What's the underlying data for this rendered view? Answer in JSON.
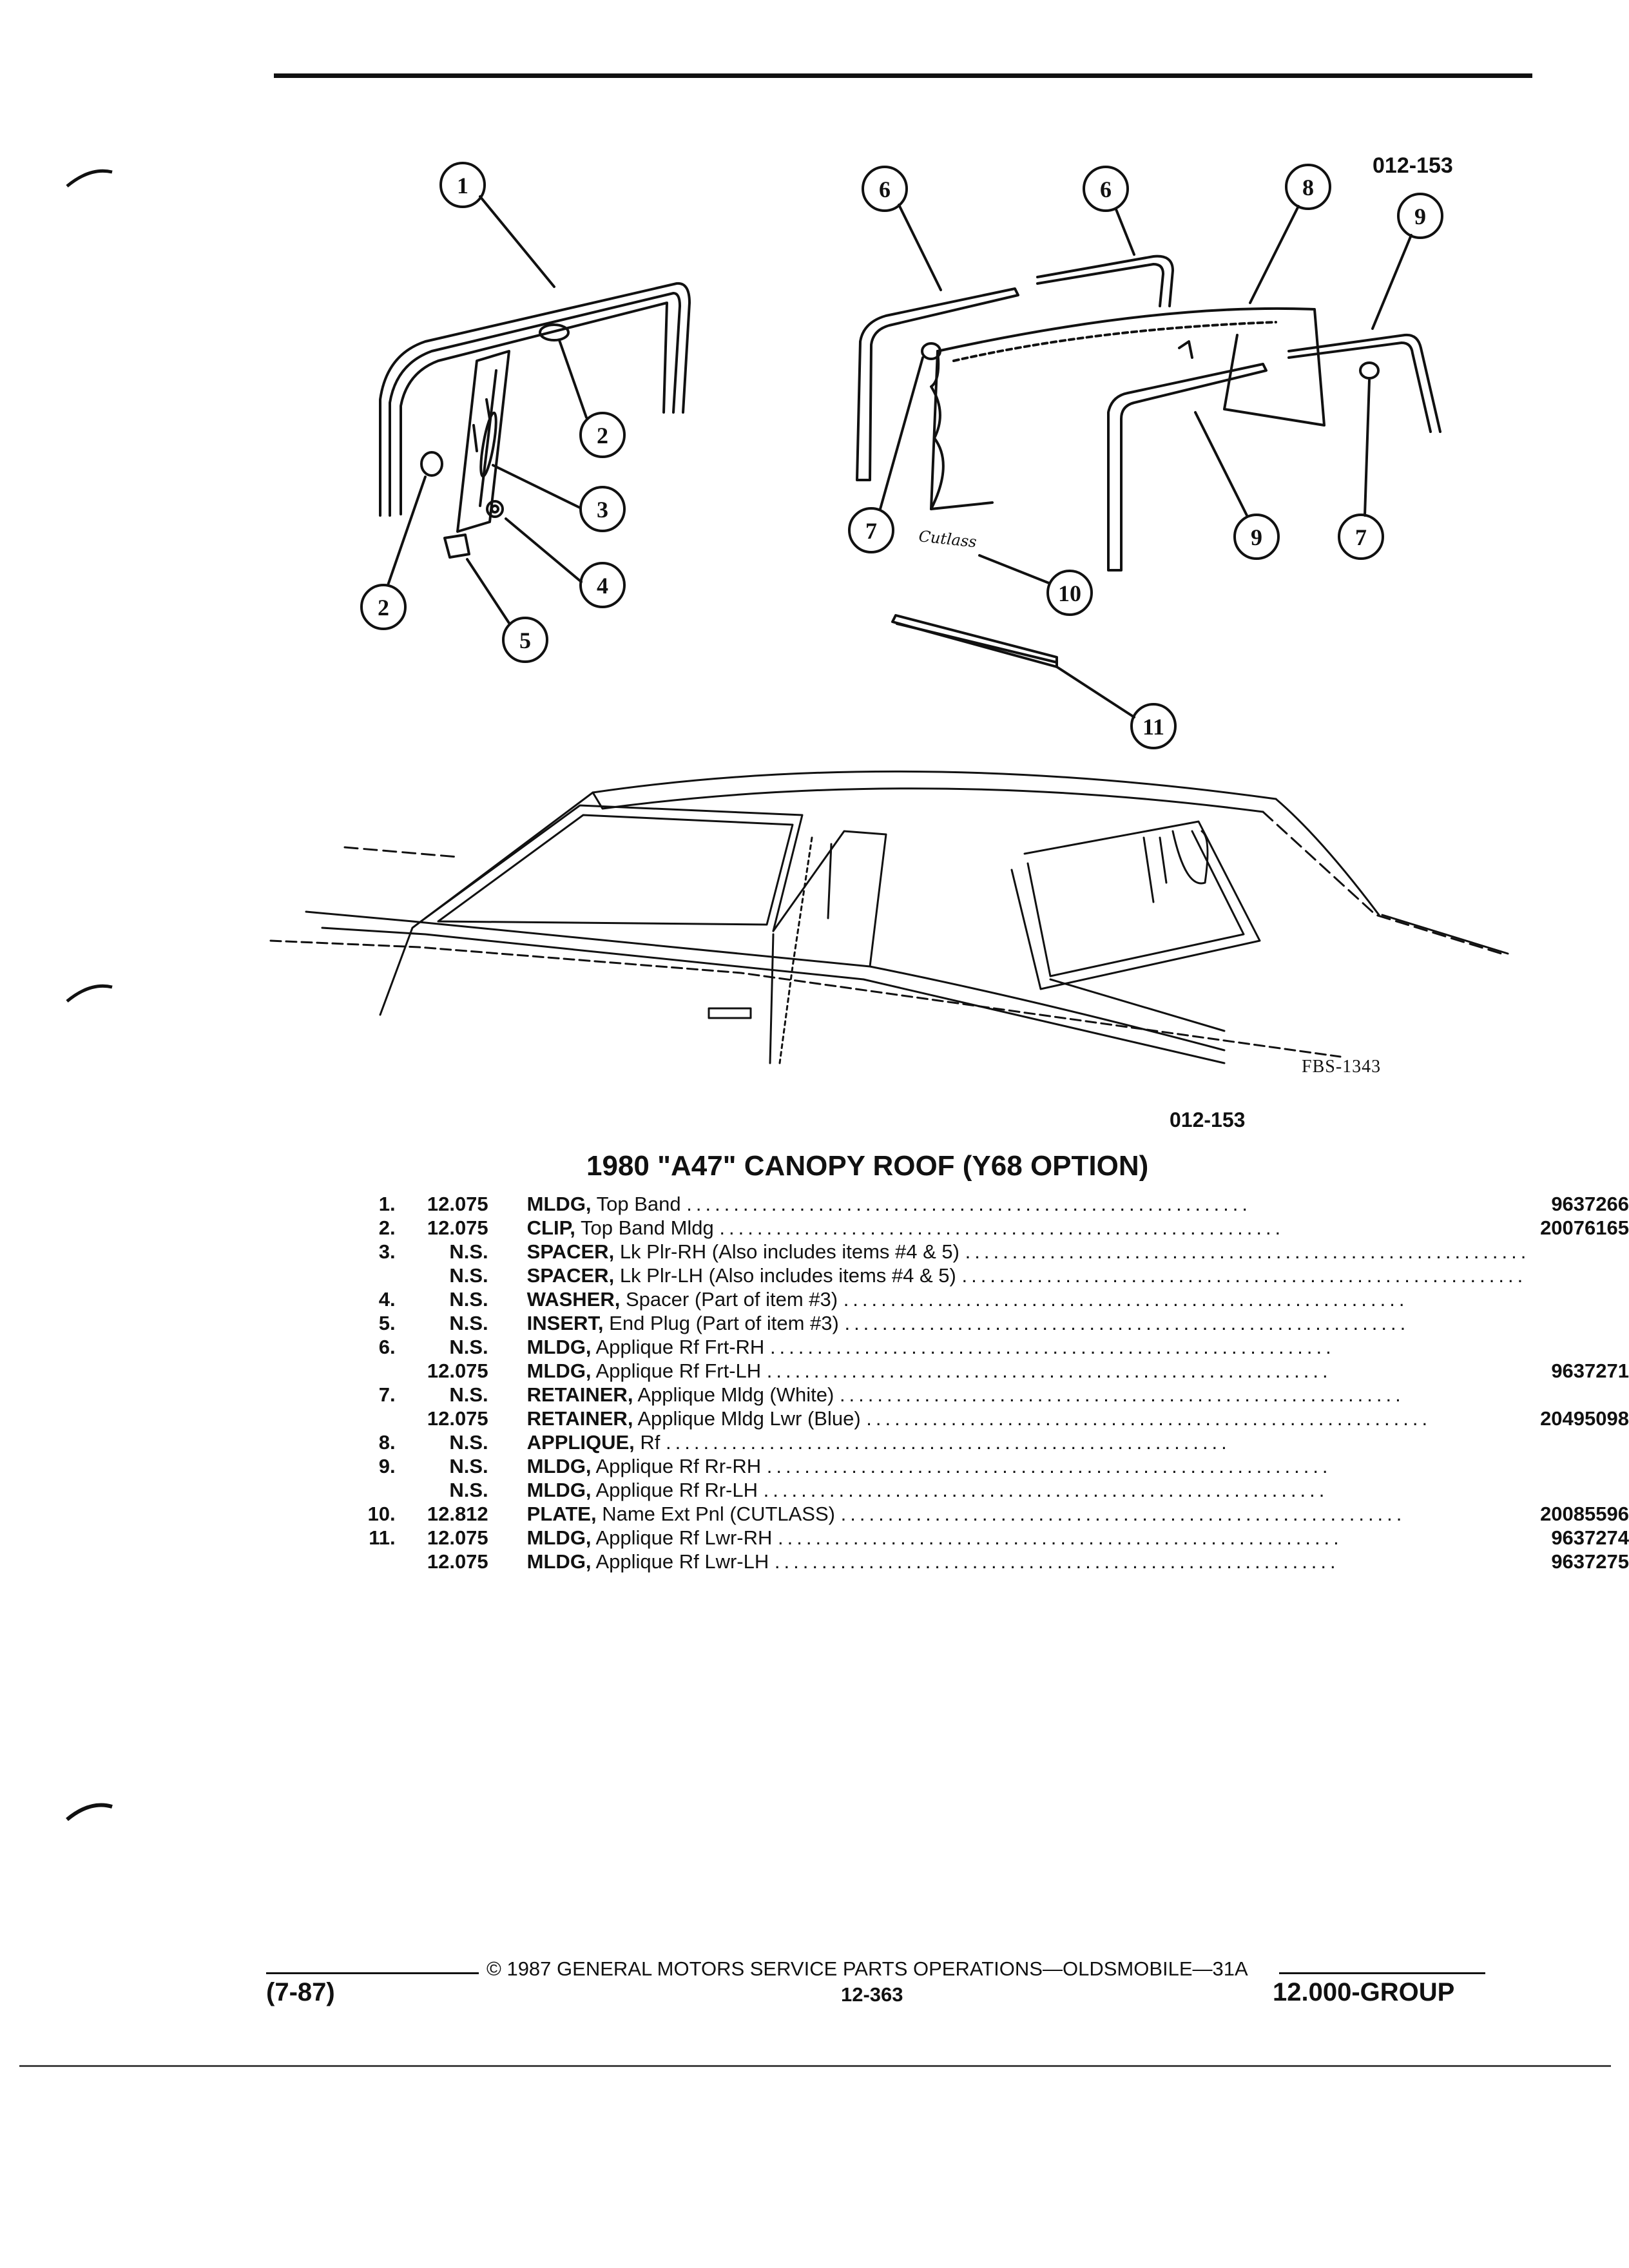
{
  "figure": {
    "ref_top": "012-153",
    "art_code": "FBS-1343",
    "ref_bottom": "012-153",
    "callouts": [
      "1",
      "2",
      "2",
      "3",
      "4",
      "5",
      "6",
      "6",
      "7",
      "7",
      "8",
      "9",
      "9",
      "10",
      "11"
    ],
    "name_plate_script": "Cutlass"
  },
  "title": "1980 \"A47\" CANOPY ROOF (Y68 OPTION)",
  "parts": [
    {
      "item": "1.",
      "group": "12.075",
      "name": "MLDG,",
      "desc": "Top Band",
      "part_no": "9637266"
    },
    {
      "item": "2.",
      "group": "12.075",
      "name": "CLIP,",
      "desc": "Top Band Mldg",
      "part_no": "20076165"
    },
    {
      "item": "3.",
      "group": "N.S.",
      "name": "SPACER,",
      "desc": "Lk Plr-RH (Also includes items #4 & 5)",
      "part_no": ""
    },
    {
      "item": "",
      "group": "N.S.",
      "name": "SPACER,",
      "desc": "Lk Plr-LH (Also includes items #4 & 5)",
      "part_no": ""
    },
    {
      "item": "4.",
      "group": "N.S.",
      "name": "WASHER,",
      "desc": "Spacer (Part of item #3)",
      "part_no": ""
    },
    {
      "item": "5.",
      "group": "N.S.",
      "name": "INSERT,",
      "desc": "End Plug (Part of item #3)",
      "part_no": ""
    },
    {
      "item": "6.",
      "group": "N.S.",
      "name": "MLDG,",
      "desc": "Applique Rf Frt-RH",
      "part_no": ""
    },
    {
      "item": "",
      "group": "12.075",
      "name": "MLDG,",
      "desc": "Applique Rf Frt-LH",
      "part_no": "9637271"
    },
    {
      "item": "7.",
      "group": "N.S.",
      "name": "RETAINER,",
      "desc": "Applique Mldg (White)",
      "part_no": ""
    },
    {
      "item": "",
      "group": "12.075",
      "name": "RETAINER,",
      "desc": "Applique Mldg Lwr (Blue)",
      "part_no": "20495098"
    },
    {
      "item": "8.",
      "group": "N.S.",
      "name": "APPLIQUE,",
      "desc": "Rf",
      "part_no": ""
    },
    {
      "item": "9.",
      "group": "N.S.",
      "name": "MLDG,",
      "desc": "Applique Rf Rr-RH",
      "part_no": ""
    },
    {
      "item": "",
      "group": "N.S.",
      "name": "MLDG,",
      "desc": "Applique Rf Rr-LH",
      "part_no": ""
    },
    {
      "item": "10.",
      "group": "12.812",
      "name": "PLATE,",
      "desc": "Name Ext Pnl (CUTLASS)",
      "part_no": "20085596"
    },
    {
      "item": "11.",
      "group": "12.075",
      "name": "MLDG,",
      "desc": "Applique Rf Lwr-RH",
      "part_no": "9637274"
    },
    {
      "item": "",
      "group": "12.075",
      "name": "MLDG,",
      "desc": "Applique Rf Lwr-LH",
      "part_no": "9637275"
    }
  ],
  "footer": {
    "date": "(7-87)",
    "copyright": "© 1987 GENERAL MOTORS SERVICE PARTS OPERATIONS—OLDSMOBILE—31A",
    "page": "12-363",
    "group": "12.000-GROUP"
  },
  "dots": "............................................................"
}
